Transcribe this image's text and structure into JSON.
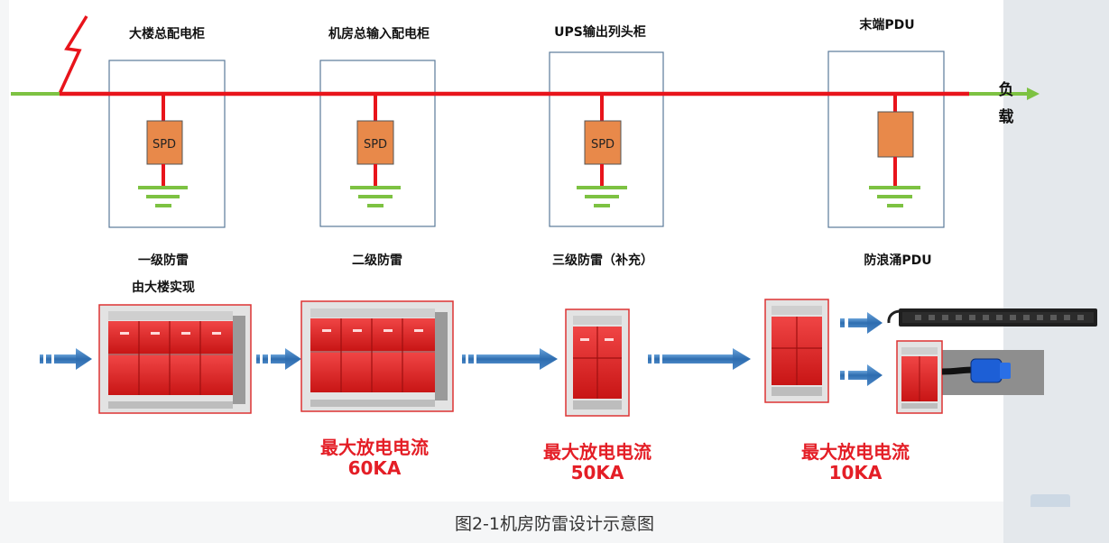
{
  "cabinets": [
    {
      "title": "大楼总配电柜",
      "spd_label": "SPD",
      "level": "一级防雷",
      "note": "由大楼实现"
    },
    {
      "title": "机房总输入配电柜",
      "spd_label": "SPD",
      "level": "二级防雷"
    },
    {
      "title": "UPS输出列头柜",
      "spd_label": "SPD",
      "level": "三级防雷（补充）"
    },
    {
      "title": "末端PDU",
      "spd_label": "",
      "level": "防浪涌PDU"
    }
  ],
  "load_label": "负载",
  "currents": [
    {
      "label": "最大放电电流",
      "value": "60KA"
    },
    {
      "label": "最大放电电流",
      "value": "50KA"
    },
    {
      "label": "最大放电电流",
      "value": "10KA"
    }
  ],
  "caption": "图2-1机房防雷设计示意图",
  "colors": {
    "power_line": "#e8141b",
    "input_line": "#7dc242",
    "spd_fill": "#e8894a",
    "ground": "#7dc242",
    "box_border": "#5b7a99",
    "arrow": "#3a7bbf",
    "current_text": "#e41e26",
    "protector_red": "#e82a2a"
  }
}
